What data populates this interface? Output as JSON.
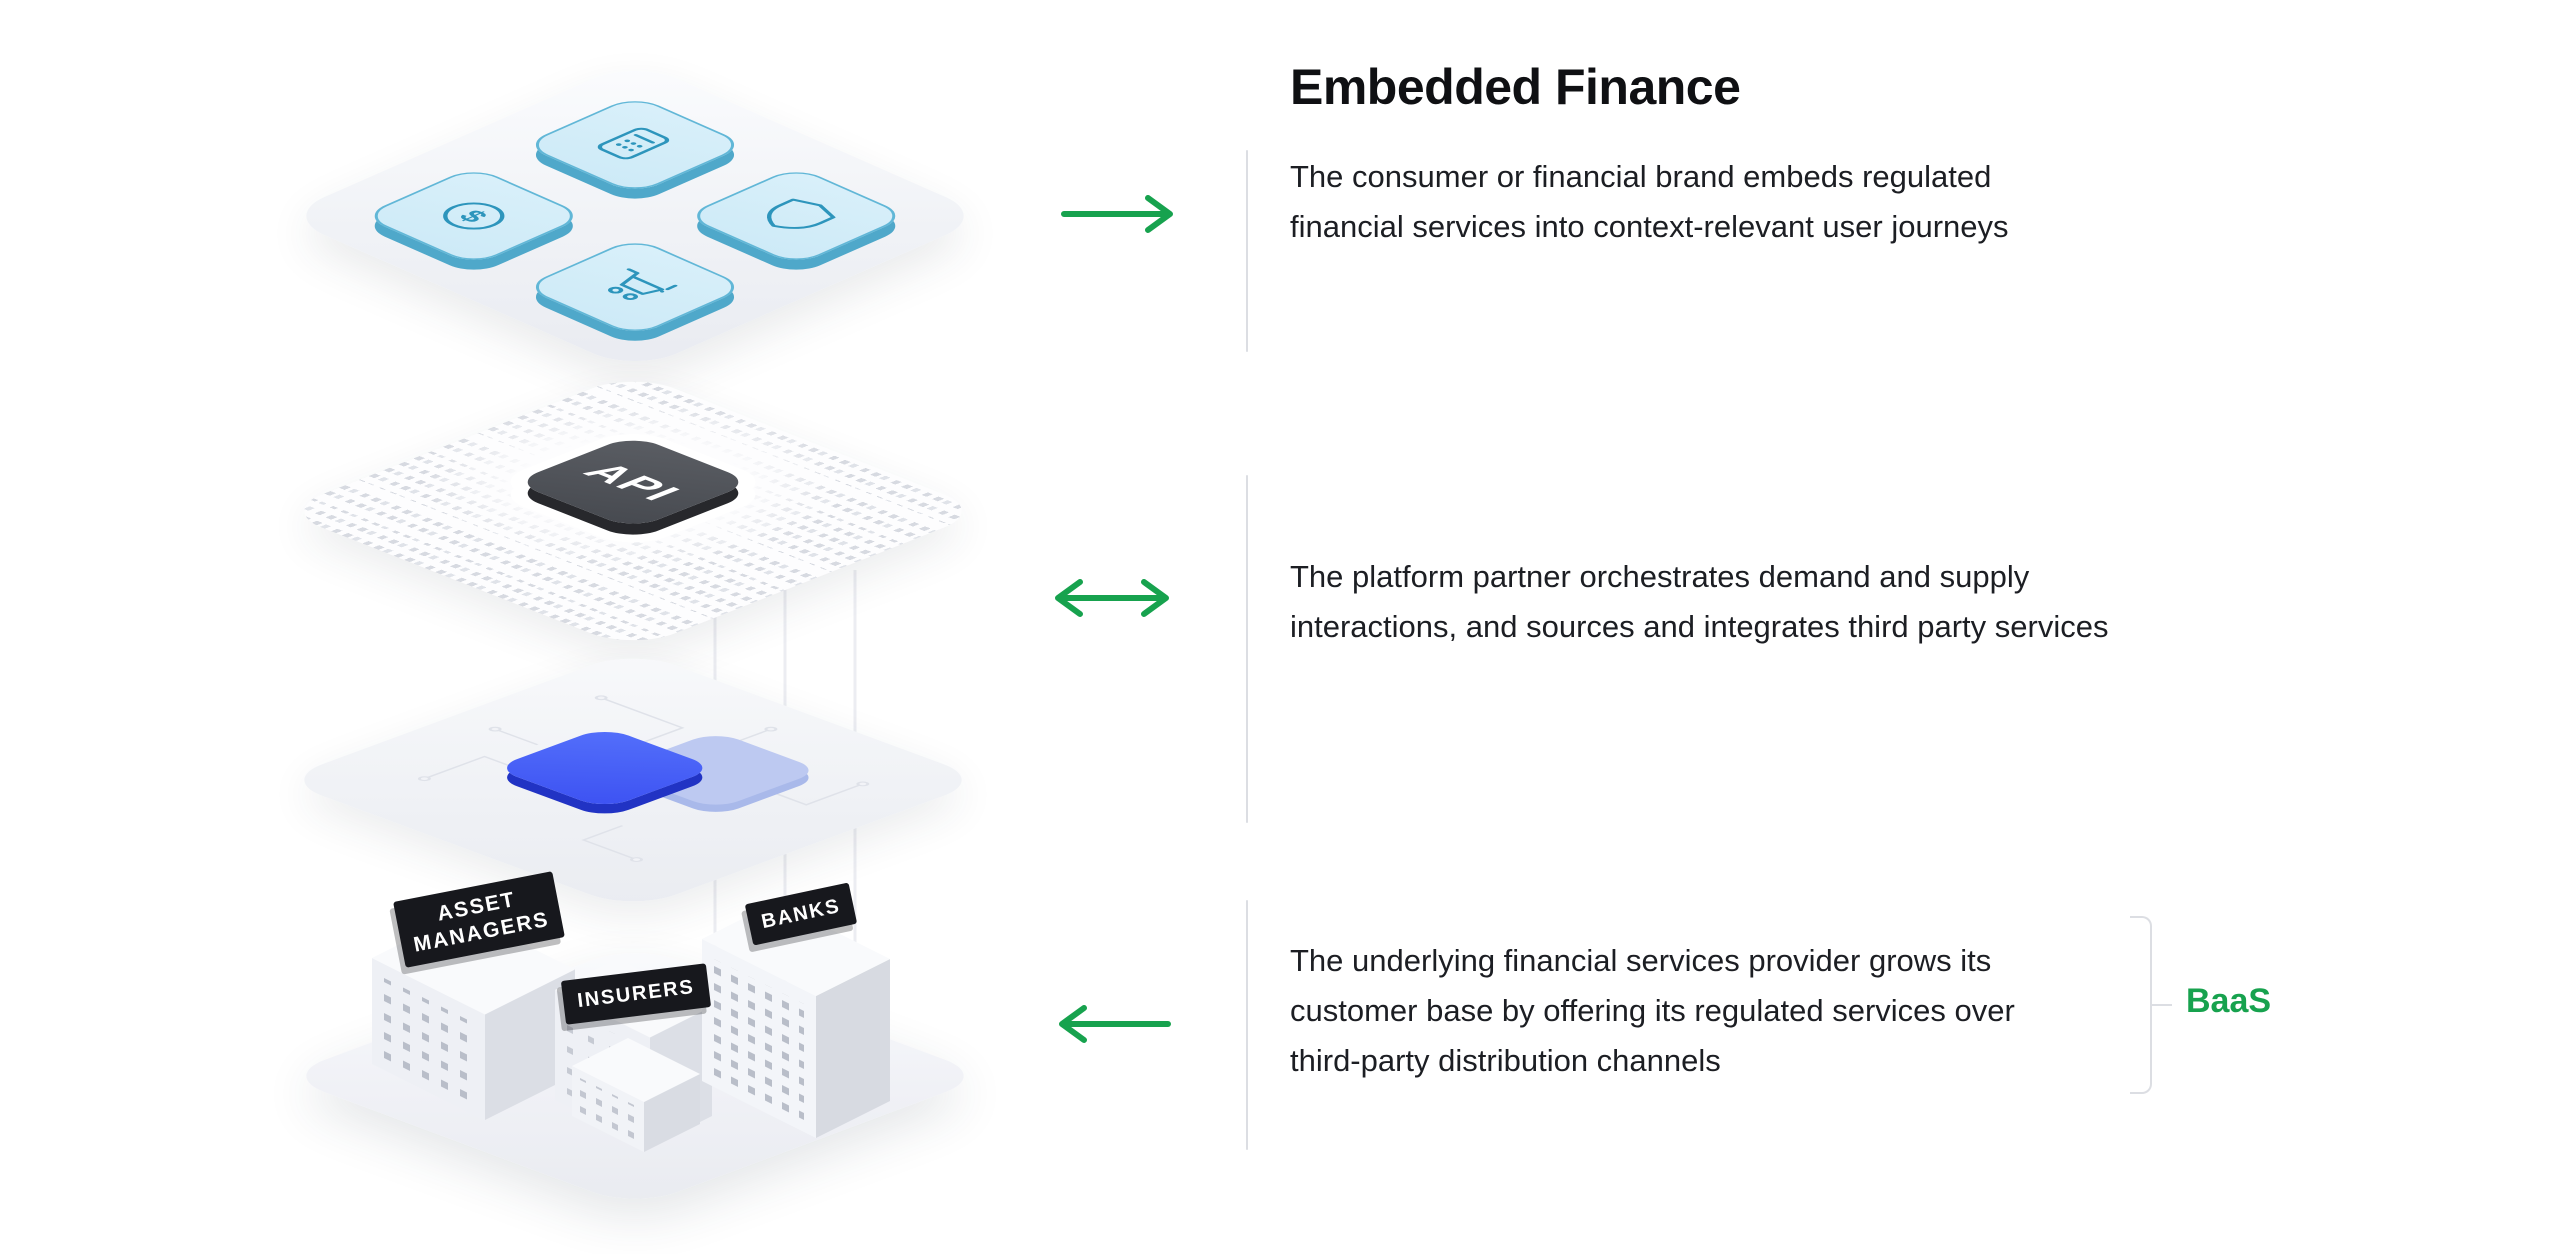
{
  "theme": {
    "accent_green": "#17A24E",
    "title_color": "#0F1013",
    "text_primary": "#1C1E23",
    "divider_color": "#DCDEE3",
    "tile_fill": "#CDEAF7",
    "tile_edge": "#4FA8CA",
    "icon_stroke": "#2D95BC",
    "api_chip_color": "#46494F",
    "platform_chip_color": "#3C51F2",
    "platform_chip_back_color": "#BDC9F1",
    "sign_color": "#17181D",
    "background": "#FFFFFF"
  },
  "header": {
    "title": "Embedded Finance"
  },
  "sections": [
    {
      "id": "embedded-finance",
      "arrow": "right",
      "lines": [
        "The consumer or financial brand embeds regulated",
        "financial services into context-relevant user journeys"
      ]
    },
    {
      "id": "platform-partner",
      "arrow": "left-right",
      "lines": [
        "The platform partner orchestrates demand and supply",
        "interactions, and sources and integrates third party services"
      ]
    },
    {
      "id": "baas-provider",
      "arrow": "left",
      "lines": [
        "The underlying financial services provider grows its",
        "customer base by offering its regulated services over",
        "third-party distribution channels"
      ]
    }
  ],
  "baas": {
    "label": "BaaS"
  },
  "stack": {
    "api_chip_label": "API",
    "dollar_symbol": "$",
    "tile_icons": [
      "payment-terminal-icon",
      "shield-icon",
      "dollar-circle-icon",
      "shopping-cart-icon"
    ],
    "arrow_icons": [
      "arrow-right-icon",
      "arrow-left-right-icon",
      "arrow-left-icon"
    ],
    "buildings": [
      {
        "label": "ASSET MANAGERS"
      },
      {
        "label": "INSURERS"
      },
      {
        "label": "BANKS"
      }
    ]
  }
}
